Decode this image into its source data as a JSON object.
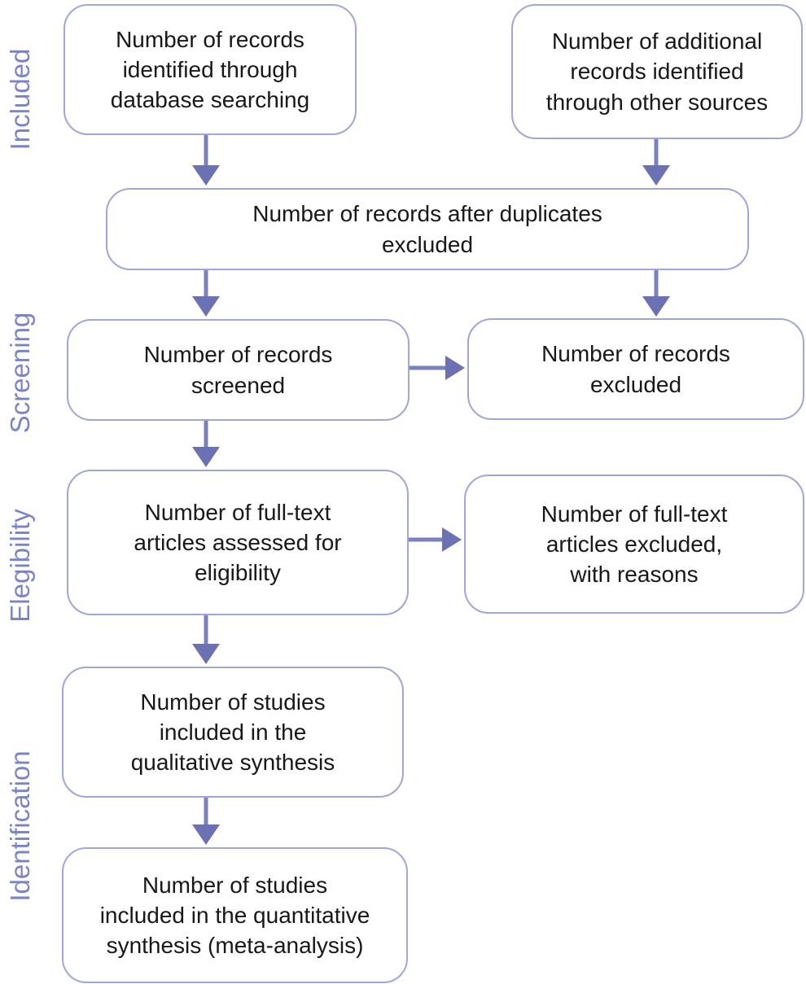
{
  "side_labels": [
    {
      "id": "included",
      "label": "Included"
    },
    {
      "id": "screening",
      "label": "Screening"
    },
    {
      "id": "elegibility",
      "label": "Elegibility"
    },
    {
      "id": "identification",
      "label": "Identification"
    }
  ],
  "nodes": [
    {
      "id": "db-search",
      "label": "Number of records identified through database searching",
      "lines": [
        "Number of records",
        "identified through",
        "database searching"
      ]
    },
    {
      "id": "other-sources",
      "label": "Number of additional records identified through other sources",
      "lines": [
        "Number of additional",
        "records identified",
        "through other sources"
      ]
    },
    {
      "id": "dedup",
      "label": "Number of records after duplicates excluded",
      "lines": [
        "Number of records after duplicates",
        "excluded"
      ]
    },
    {
      "id": "screened",
      "label": "Number of records screened",
      "lines": [
        "Number of records",
        "screened"
      ]
    },
    {
      "id": "records-excluded",
      "label": "Number of records excluded",
      "lines": [
        "Number of records",
        "excluded"
      ]
    },
    {
      "id": "fulltext-assessed",
      "label": "Number of full-text articles assessed for eligibility",
      "lines": [
        "Number of full-text",
        "articles assessed for",
        "eligibility"
      ]
    },
    {
      "id": "fulltext-excluded",
      "label": "Number of full-text articles excluded, with reasons",
      "lines": [
        "Number of full-text",
        "articles excluded,",
        "with reasons"
      ]
    },
    {
      "id": "qualitative",
      "label": "Number of studies included in the qualitative synthesis",
      "lines": [
        "Number of studies",
        "included in the",
        "qualitative synthesis"
      ]
    },
    {
      "id": "quantitative",
      "label": "Number of studies included in the quantitative synthesis (meta-analysis)",
      "lines": [
        "Number of studies",
        "included in the quantitative",
        "synthesis (meta-analysis)"
      ]
    }
  ],
  "edges": [
    {
      "from": "db-search",
      "to": "dedup"
    },
    {
      "from": "other-sources",
      "to": "dedup"
    },
    {
      "from": "dedup",
      "to": "screened"
    },
    {
      "from": "dedup",
      "to": "records-excluded"
    },
    {
      "from": "screened",
      "to": "records-excluded"
    },
    {
      "from": "screened",
      "to": "fulltext-assessed"
    },
    {
      "from": "fulltext-assessed",
      "to": "fulltext-excluded"
    },
    {
      "from": "fulltext-assessed",
      "to": "qualitative"
    },
    {
      "from": "qualitative",
      "to": "quantitative"
    }
  ],
  "colors": {
    "background": "#ffffff",
    "box_fill": "#ffffff",
    "box_border": "#a2a6d4",
    "arrow": "#6b71b3",
    "side_label": "#7c84c8",
    "text": "#181818"
  }
}
